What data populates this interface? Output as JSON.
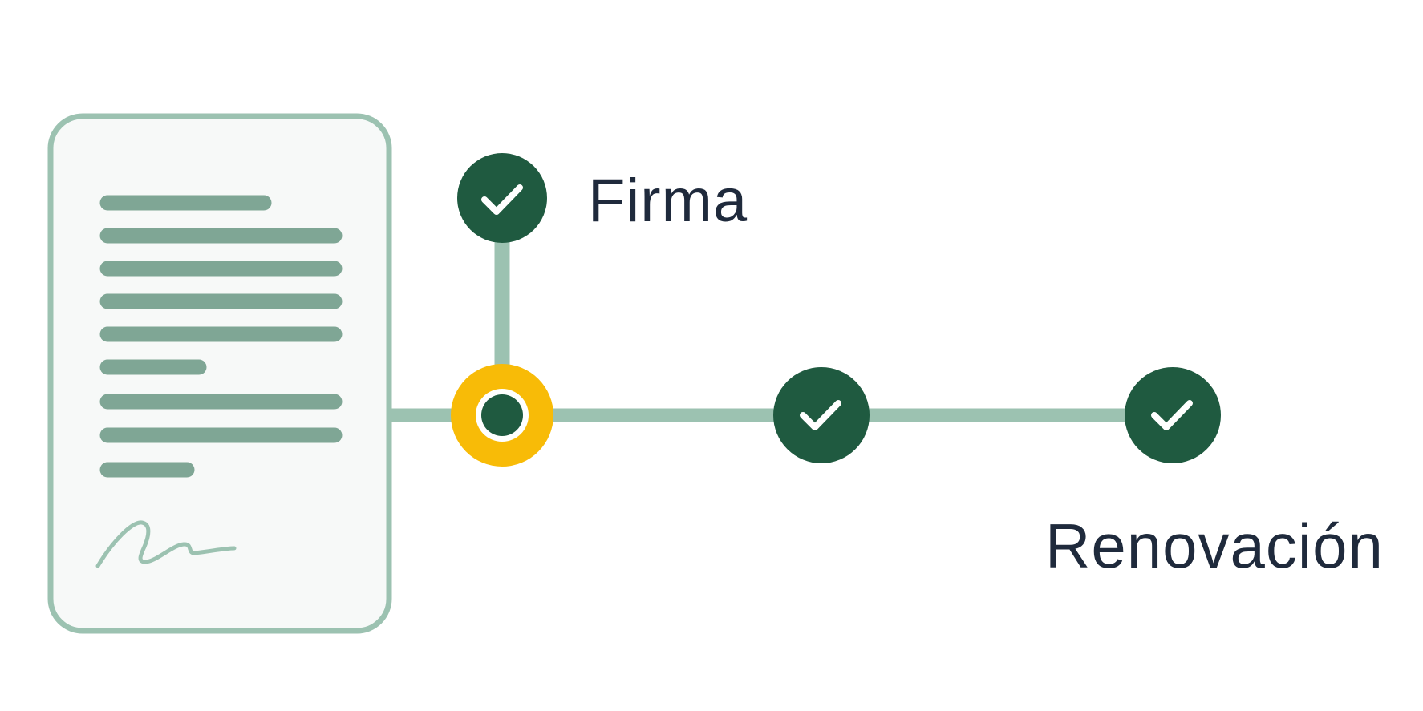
{
  "colors": {
    "background": "#ffffff",
    "document_border": "#9cc2b1",
    "document_fill": "#f7f9f8",
    "text_lines": "#7fa695",
    "connector": "#9cc2b1",
    "node_complete": "#1f5a40",
    "node_current": "#f8bb07",
    "check_mark": "#ffffff",
    "label_text": "#1f2a3c"
  },
  "icons": {
    "document": "contract-document-icon",
    "signature": "signature-icon",
    "complete": "check-icon",
    "current": "current-step-ring-icon"
  },
  "steps": [
    {
      "label": "Firma",
      "status": "complete"
    },
    {
      "label": "",
      "status": "current"
    },
    {
      "label": "",
      "status": "complete"
    },
    {
      "label": "Renovación",
      "status": "complete"
    }
  ]
}
